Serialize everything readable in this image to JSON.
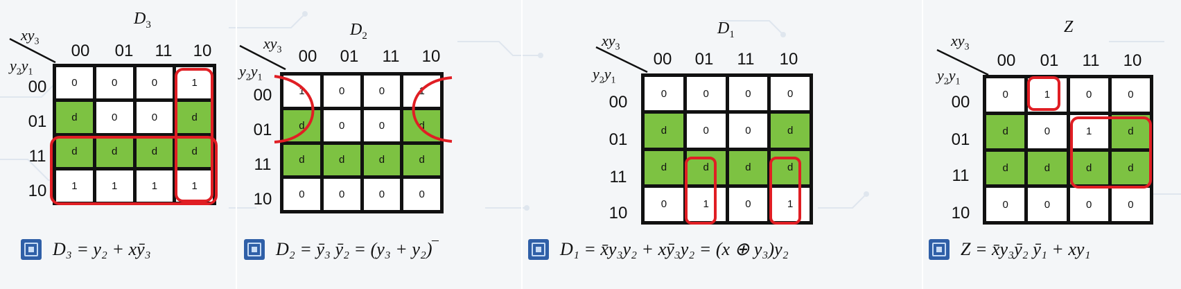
{
  "colors": {
    "dont_care_fill": "#7dc242",
    "group_outline": "#e01e24",
    "grid_line": "#111111"
  },
  "icon": "chip-icon",
  "corner_labels": {
    "top": "xy",
    "top_sub": "3",
    "bottom_a": "y",
    "bottom_a_sub": "2",
    "bottom_b": "y",
    "bottom_b_sub": "1"
  },
  "col_headers": [
    "00",
    "01",
    "11",
    "10"
  ],
  "row_headers": [
    "00",
    "01",
    "11",
    "10"
  ],
  "maps": [
    {
      "title_var": "D",
      "title_sub": "3",
      "cells": [
        [
          "0",
          "0",
          "0",
          "1"
        ],
        [
          "d",
          "0",
          "0",
          "d"
        ],
        [
          "d",
          "d",
          "d",
          "d"
        ],
        [
          "1",
          "1",
          "1",
          "1"
        ]
      ],
      "equation": "D₃ = y₂ + xȳ₃"
    },
    {
      "title_var": "D",
      "title_sub": "2",
      "cells": [
        [
          "1",
          "0",
          "0",
          "1"
        ],
        [
          "d",
          "0",
          "0",
          "d"
        ],
        [
          "d",
          "d",
          "d",
          "d"
        ],
        [
          "0",
          "0",
          "0",
          "0"
        ]
      ],
      "equation": "D₂ = ȳ₃ ȳ₂ = (y₃ + y₂)‾"
    },
    {
      "title_var": "D",
      "title_sub": "1",
      "cells": [
        [
          "0",
          "0",
          "0",
          "0"
        ],
        [
          "d",
          "0",
          "0",
          "d"
        ],
        [
          "d",
          "d",
          "d",
          "d"
        ],
        [
          "0",
          "1",
          "0",
          "1"
        ]
      ],
      "equation": "D₁ = x̄y₃y₂ + xȳ₃y₂ = (x ⊕ y₃)y₂"
    },
    {
      "title_var": "Z",
      "title_sub": "",
      "cells": [
        [
          "0",
          "1",
          "0",
          "0"
        ],
        [
          "d",
          "0",
          "1",
          "d"
        ],
        [
          "d",
          "d",
          "d",
          "d"
        ],
        [
          "0",
          "0",
          "0",
          "0"
        ]
      ],
      "equation": "Z = x̄y₃ȳ₂ ȳ₁ + xy₁"
    }
  ]
}
